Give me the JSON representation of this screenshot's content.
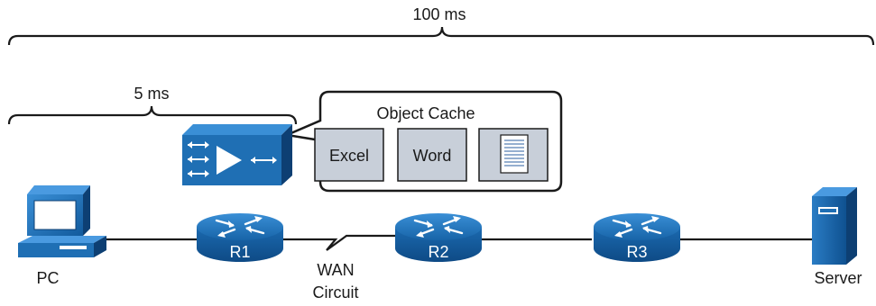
{
  "latency": {
    "end_to_end": "100 ms",
    "local": "5 ms"
  },
  "cache": {
    "title": "Object Cache",
    "items": [
      "Excel",
      "Word"
    ],
    "document_icon": "document-icon"
  },
  "devices": {
    "pc": "PC",
    "r1": "R1",
    "r2": "R2",
    "r3": "R3",
    "server": "Server"
  },
  "link": {
    "wan_line1": "WAN",
    "wan_line2": "Circuit"
  },
  "icons": {
    "wan_optimizer": "wan-optimizer-icon",
    "router": "router-icon",
    "pc": "pc-icon",
    "server": "server-icon"
  },
  "colors": {
    "device_blue": "#1f6fb4",
    "device_dark": "#0d3f73",
    "cache_box_bg": "#c8cfd9",
    "brace": "#1a1a1a"
  }
}
